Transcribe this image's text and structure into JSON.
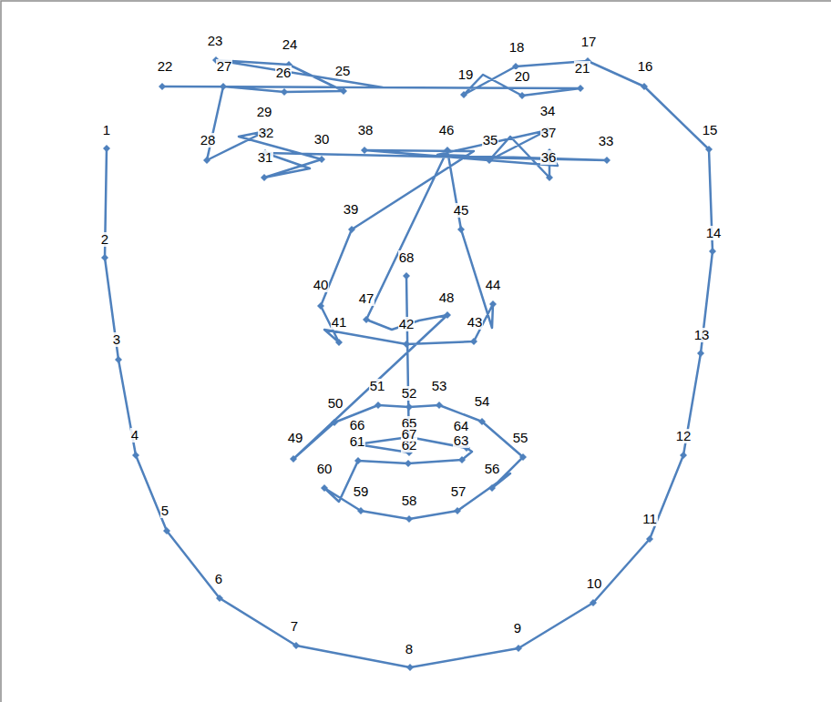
{
  "diagram": {
    "labels": [
      "1",
      "2",
      "3",
      "4",
      "5",
      "6",
      "7",
      "8",
      "9",
      "10",
      "11",
      "12",
      "13",
      "14",
      "15",
      "16",
      "17",
      "18",
      "19",
      "20",
      "21",
      "22",
      "23",
      "24",
      "25",
      "26",
      "27",
      "28",
      "29",
      "30",
      "31",
      "32",
      "33",
      "34",
      "35",
      "36",
      "37",
      "38",
      "39",
      "40",
      "41",
      "42",
      "43",
      "44",
      "45",
      "46",
      "47",
      "48",
      "49",
      "50",
      "51",
      "52",
      "53",
      "54",
      "55",
      "56",
      "57",
      "58",
      "59",
      "60",
      "61",
      "62",
      "63",
      "64",
      "65",
      "66",
      "67",
      "68"
    ]
  }
}
